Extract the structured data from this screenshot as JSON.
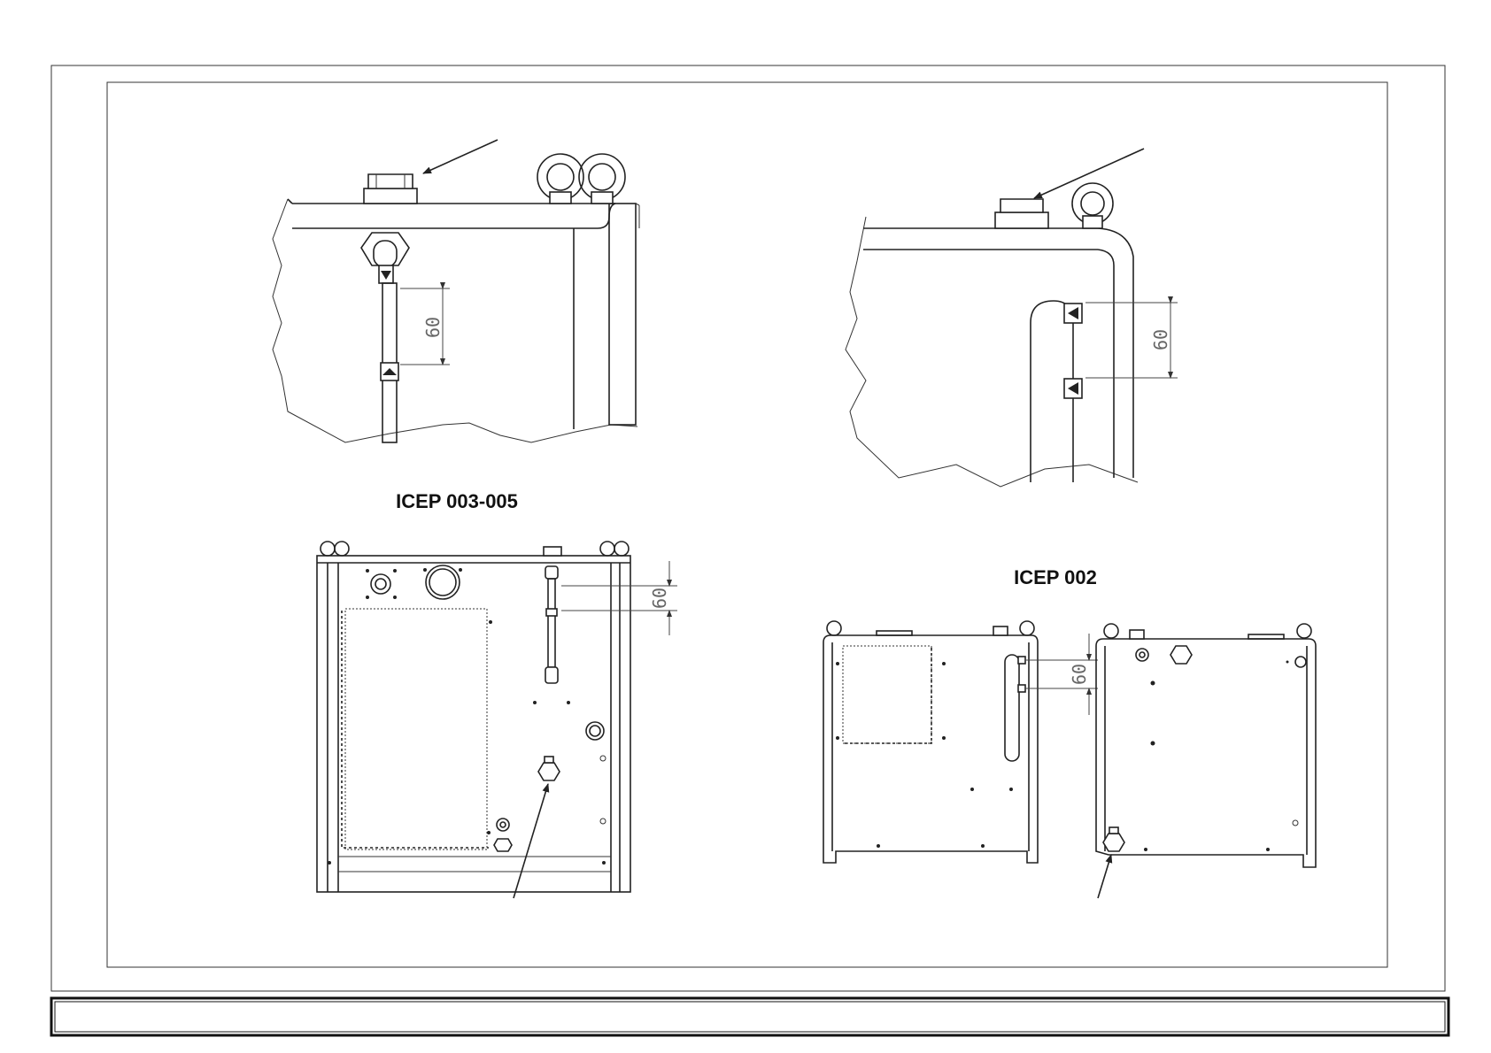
{
  "labels": {
    "group_left": "ICEP 003-005",
    "group_right": "ICEP 002"
  },
  "dimensions": {
    "level_gap": "60"
  },
  "footer": {
    "text": ""
  }
}
